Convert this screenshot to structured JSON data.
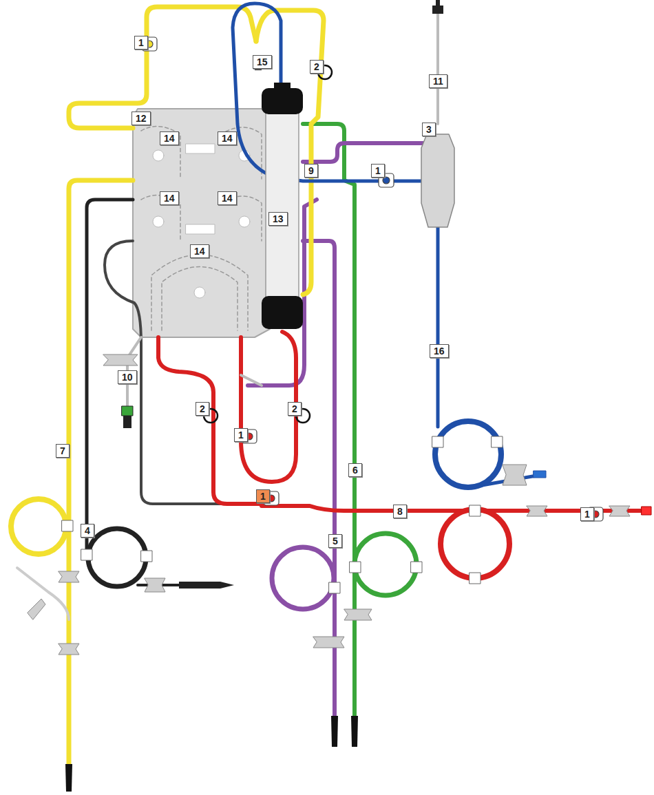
{
  "diagram": {
    "labels": [
      "1",
      "15",
      "2",
      "11",
      "12",
      "3",
      "14",
      "14",
      "9",
      "1",
      "14",
      "14",
      "13",
      "14",
      "16",
      "10",
      "2",
      "2",
      "1",
      "7",
      "6",
      "1",
      "8",
      "1",
      "4",
      "5"
    ]
  }
}
